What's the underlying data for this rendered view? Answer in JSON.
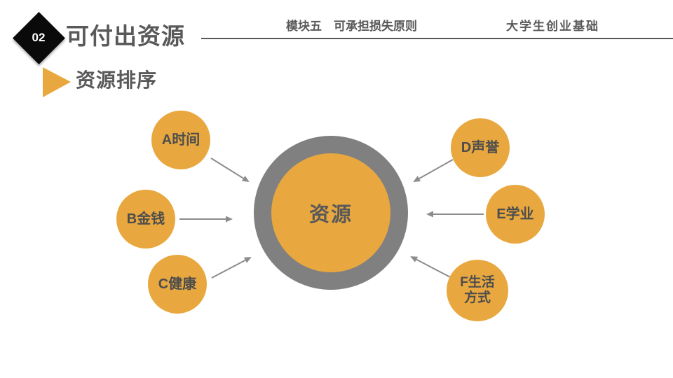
{
  "slide": {
    "number": "02",
    "title": "可付出资源",
    "module_header": "模块五　可承担损失原则",
    "course_header": "大学生创业基础",
    "subtitle": "资源排序"
  },
  "diagram": {
    "hub_label": "资源",
    "satellites": [
      {
        "label": "A时间"
      },
      {
        "label": "B金钱"
      },
      {
        "label": "C健康"
      },
      {
        "label": "D声誉"
      },
      {
        "label": "E学业"
      },
      {
        "label": "F生活\n方式"
      }
    ]
  },
  "icons": {
    "subtitle_marker": "right-arrow-triangle"
  },
  "colors": {
    "accent_orange": "#E9A83F",
    "ring_gray": "#808080",
    "text_dark": "#595959",
    "arrow_gray": "#8C8C8C",
    "diamond_black": "#0A0A0A"
  }
}
